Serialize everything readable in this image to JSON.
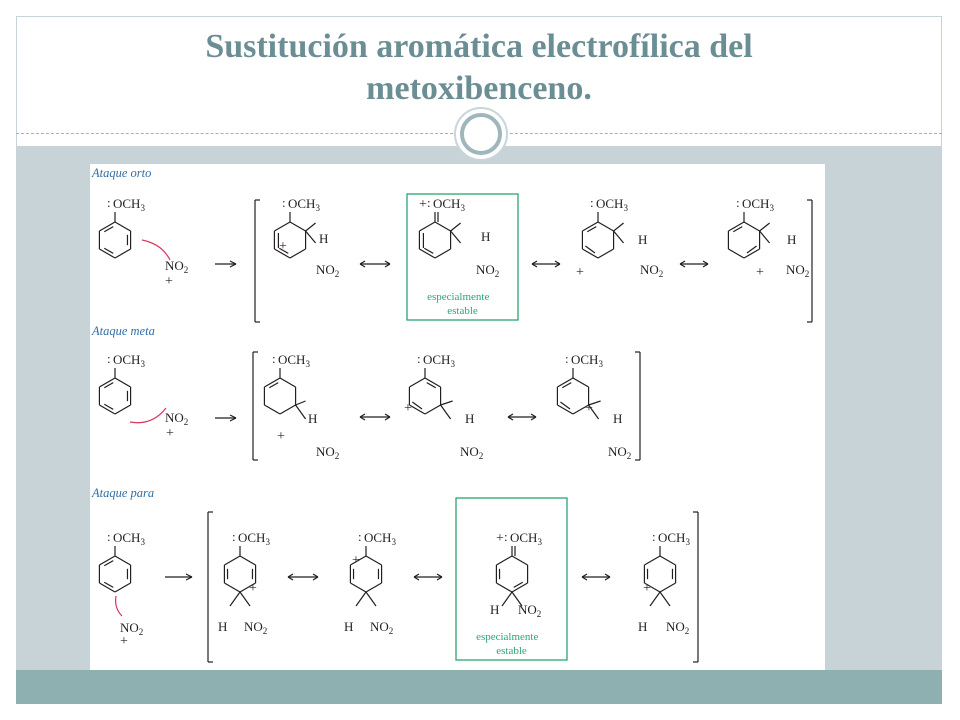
{
  "slide": {
    "title_line1": "Sustitución aromática electrofílica del",
    "title_line2": "metoxibenceno."
  },
  "diagram": {
    "sections": {
      "orto": "Ataque orto",
      "meta": "Ataque meta",
      "para": "Ataque para"
    },
    "labels": {
      "och": "OCH",
      "sub3": "3",
      "no": "NO",
      "sub2": "2",
      "h": "H",
      "plus": "+",
      "lone_pair": ":",
      "stable_line1": "especialmente\u0000",
      "stable_line2": "estable"
    },
    "colors": {
      "title": "#6b8e95",
      "section_label": "#2f6fa6",
      "highlight_box": "#2aa673",
      "attack_arrow": "#d8345f"
    }
  }
}
